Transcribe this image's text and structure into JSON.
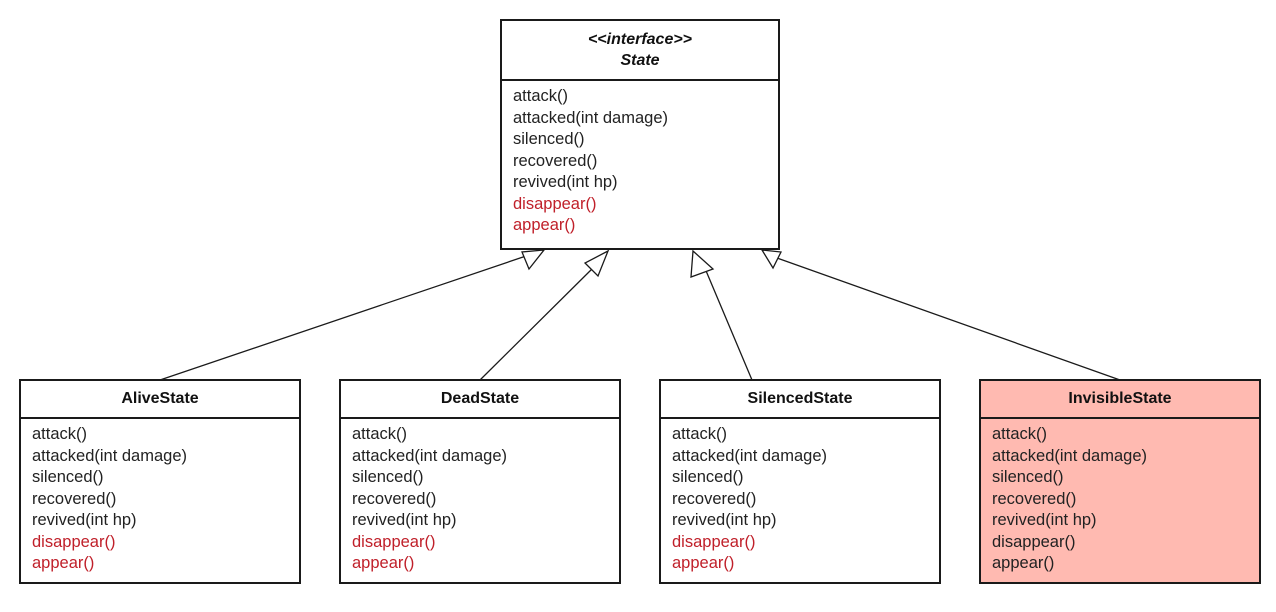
{
  "colors": {
    "border": "#1a1a1a",
    "text": "#222222",
    "added_method": "#c0202a",
    "highlight_fill": "#ffbab1"
  },
  "interface": {
    "stereotype": "<<interface>>",
    "name": "State",
    "methods": [
      "attack()",
      "attacked(int damage)",
      "silenced()",
      "recovered()",
      "revived(int hp)",
      "disappear()",
      "appear()"
    ]
  },
  "classes": [
    {
      "name": "AliveState",
      "highlighted": false,
      "methods": [
        "attack()",
        "attacked(int damage)",
        "silenced()",
        "recovered()",
        "revived(int hp)",
        "disappear()",
        "appear()"
      ]
    },
    {
      "name": "DeadState",
      "highlighted": false,
      "methods": [
        "attack()",
        "attacked(int damage)",
        "silenced()",
        "recovered()",
        "revived(int hp)",
        "disappear()",
        "appear()"
      ]
    },
    {
      "name": "SilencedState",
      "highlighted": false,
      "methods": [
        "attack()",
        "attacked(int damage)",
        "silenced()",
        "recovered()",
        "revived(int hp)",
        "disappear()",
        "appear()"
      ]
    },
    {
      "name": "InvisibleState",
      "highlighted": true,
      "methods": [
        "attack()",
        "attacked(int damage)",
        "silenced()",
        "recovered()",
        "revived(int hp)",
        "disappear()",
        "appear()"
      ]
    }
  ]
}
